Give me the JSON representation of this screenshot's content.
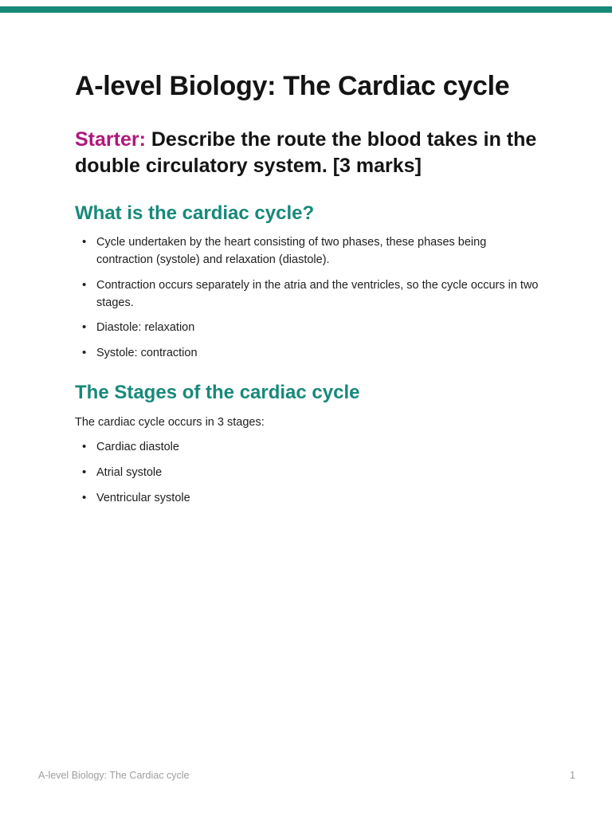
{
  "page": {
    "title": "A-level Biology: The Cardiac cycle",
    "accent_bar_color": "#17897A",
    "starter": {
      "label": "Starter:",
      "text": " Describe the route the blood takes in the double circulatory system. [3 marks]"
    },
    "sections": [
      {
        "heading": "What is the cardiac cycle?",
        "bullets": [
          "Cycle undertaken by the heart consisting of two phases, these phases being contraction (systole) and relaxation (diastole).",
          "Contraction occurs separately in the atria and the ventricles, so the cycle occurs in two stages.",
          "Diastole: relaxation",
          "Systole: contraction"
        ]
      },
      {
        "heading": "The Stages of the cardiac cycle",
        "intro": "The cardiac cycle occurs in 3 stages:",
        "bullets": [
          "Cardiac diastole",
          "Atrial systole",
          "Ventricular systole"
        ]
      }
    ],
    "footer": {
      "left": "A-level Biology: The Cardiac cycle",
      "page_number": "1"
    },
    "colors": {
      "heading_teal": "#17897A",
      "starter_magenta": "#B0187A",
      "body_text": "#1E1E1E",
      "footer_gray": "#9E9E9E"
    }
  }
}
